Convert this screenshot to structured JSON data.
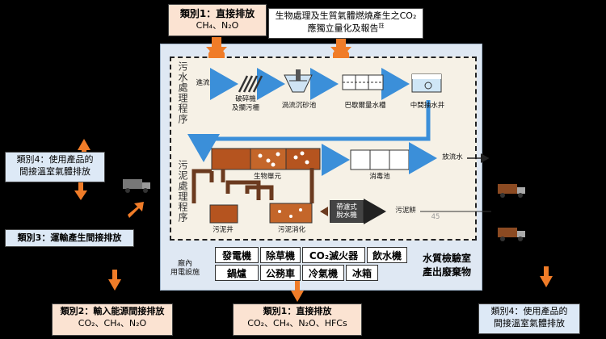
{
  "top_boxes": {
    "cat1_direct": {
      "title": "類別1：直接排放",
      "line2": "CH₄、N₂O"
    },
    "bio_note": {
      "line1": "生物處理及生質氣體燃燒產生之CO₂",
      "line2": "應獨立量化及報告",
      "sup": "註"
    }
  },
  "left_boxes": {
    "cat4_left": {
      "line1": "類別4：使用產品的",
      "line2": "間接溫室氣體排放"
    },
    "cat3_transport": {
      "line1": "類別3：運輸產生間接排放"
    }
  },
  "bottom_boxes": {
    "cat2_energy": {
      "title": "類別2：輸入能源間接排放",
      "line2": "CO₂、CH₄、N₂O"
    },
    "cat1_bottom": {
      "title": "類別1：直接排放",
      "line2": "CO₂、CH₄、N₂O、HFCs"
    },
    "cat4_right": {
      "line1": "類別4：使用產品的",
      "line2": "間接溫室氣體排放"
    }
  },
  "process": {
    "sewage_label": "污水處理程序",
    "sludge_label": "污泥處理程序",
    "inflow": "進流",
    "grinder": "破碎機\n及攔污柵",
    "grit": "渦流沉砂池",
    "parshall": "巴歇爾量水槽",
    "pump_well": "中間抽水井",
    "bio_unit": "生物單元",
    "disinfect": "消毒池",
    "discharge": "放流水",
    "sludge_well": "污泥井",
    "digestion": "污泥消化",
    "belt_press": "帶濾式\n脫水機",
    "cake": "污泥餅",
    "page_no": "45"
  },
  "facilities": {
    "label": "廠內\n用電設施",
    "row1": [
      "發電機",
      "除草機",
      "CO₂滅火器",
      "飲水機"
    ],
    "row2": [
      "鍋爐",
      "公務車",
      "冷氣機",
      "冰箱"
    ],
    "lab_line1": "水質檢驗室",
    "lab_line2": "產出廢棄物"
  },
  "colors": {
    "accent_orange": "#f07c28",
    "sludge_brown": "#6b3a1f",
    "water_blue": "#3b8fd9"
  }
}
